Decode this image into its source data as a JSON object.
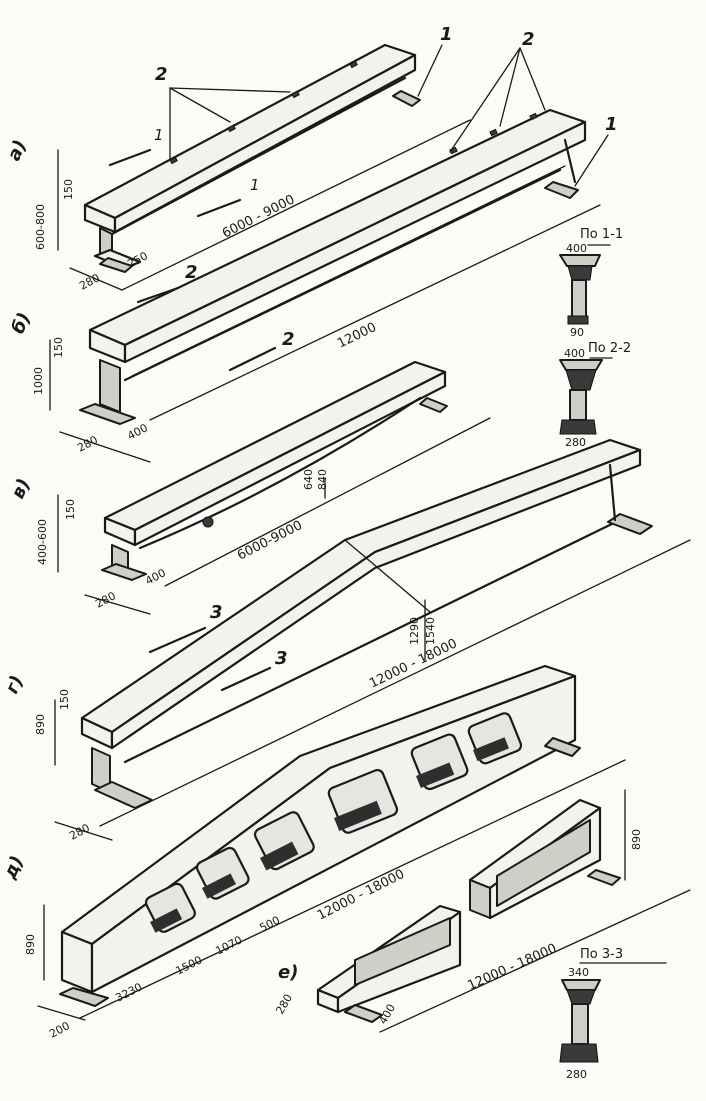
{
  "variants": {
    "a": "a)",
    "b": "б)",
    "c": "в)",
    "d": "г)",
    "e": "д)",
    "f": "е)"
  },
  "callouts": {
    "embedded_parts": "2",
    "support_plate": "1",
    "sec_1": "1",
    "sec_2": "2",
    "sec_3": "3"
  },
  "sections": {
    "s11_title": "По 1-1",
    "s11_top": "400",
    "s11_bot": "90",
    "s22_title": "По 2-2",
    "s22_top": "400",
    "s22_bot": "280",
    "s33_title": "По 3-3",
    "s33_top": "340",
    "s33_bot": "280"
  },
  "dims": {
    "a_height": "600-800",
    "a_flange": "150",
    "a_width": "280",
    "a_web": "250",
    "a_span": "6000 - 9000",
    "b_height": "1000",
    "b_flange": "150",
    "b_width": "280",
    "b_web": "400",
    "b_span": "12000",
    "c_height": "400-600",
    "c_flange": "150",
    "c_width": "280",
    "c_web": "400",
    "c_span": "6000-9000",
    "c_mid1": "640",
    "c_mid2": "840",
    "d_height": "890",
    "d_flange": "150",
    "d_width": "280",
    "d_span": "12000 - 18000",
    "d_mid1": "1290",
    "d_mid2": "1540",
    "e_height": "890",
    "e_width": "200",
    "e_p1": "3230",
    "e_p2": "1500",
    "e_p3": "1070",
    "e_p4": "500",
    "e_span": "12000 - 18000",
    "f_height": "890",
    "f_width": "280",
    "f_web": "400",
    "f_span": "12000 - 18000"
  }
}
